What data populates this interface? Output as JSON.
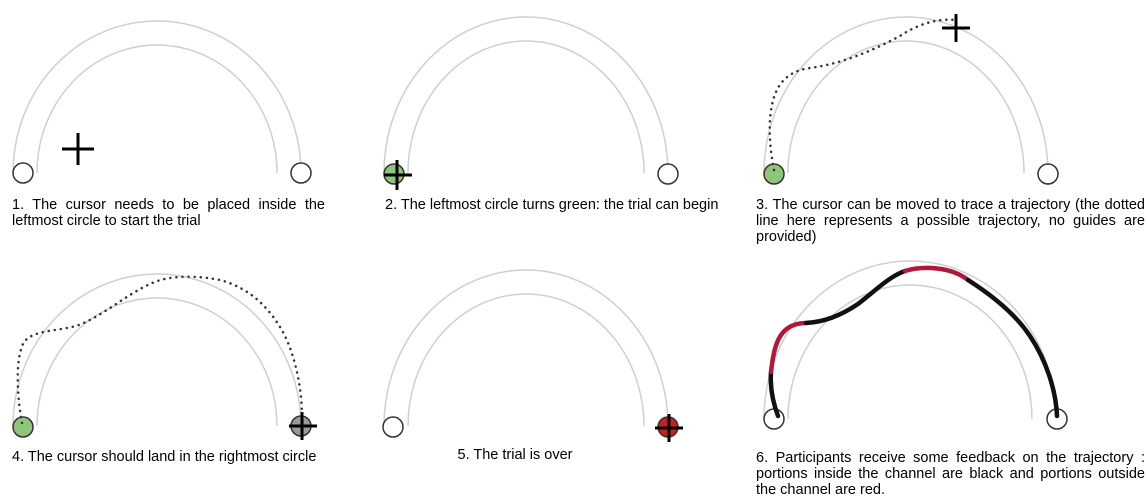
{
  "colors": {
    "channel_stroke": "#cfcfcf",
    "circle_stroke": "#333333",
    "start_green": "#8fc47a",
    "end_gray": "#9a9a9a",
    "end_red": "#cc1f1f",
    "trajectory_inside": "#111111",
    "trajectory_outside": "#b3183a"
  },
  "icons": [
    "crosshair-cursor-icon",
    "start-circle-icon",
    "end-circle-icon"
  ],
  "steps": [
    {
      "caption": "1. The cursor needs to be placed inside the leftmost circle to start the trial"
    },
    {
      "caption": "2. The leftmost circle turns green: the trial can begin"
    },
    {
      "caption": "3. The cursor can be moved to trace a trajectory (the dotted line here represents a possible trajectory, no guides are provided)"
    },
    {
      "caption": "4. The cursor should land in the rightmost circle"
    },
    {
      "caption": "5. The trial is over"
    },
    {
      "caption": "6. Participants receive some feedback on the trajectory : portions inside the channel are black and portions outside the channel are red."
    }
  ]
}
